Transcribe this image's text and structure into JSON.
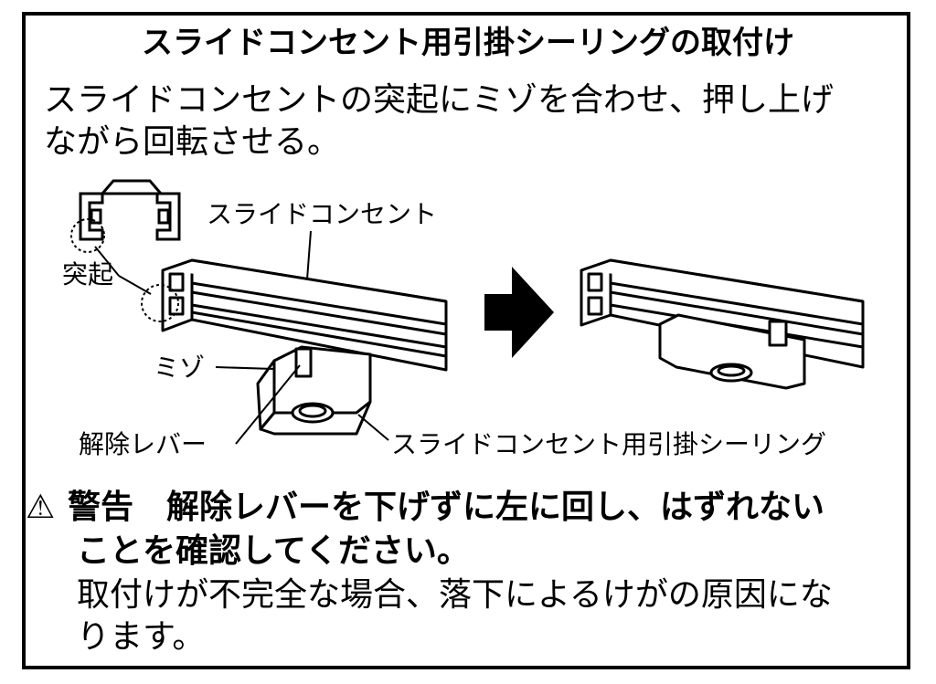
{
  "title": "スライドコンセント用引掛シーリングの取付け",
  "description": {
    "line1": "スライドコンセントの突起にミゾを合わせ、押し上げ",
    "line2": "ながら回転させる。"
  },
  "diagram": {
    "label_slide_outlet": "スライドコンセント",
    "label_protrusion": "突起",
    "label_groove": "ミゾ",
    "label_release_lever": "解除レバー",
    "label_ceiling": "スライドコンセント用引掛シーリング"
  },
  "warning": {
    "icon": "warning-triangle-icon",
    "line1": "警告　解除レバーを下げずに左に回し、はずれない",
    "line2": "ことを確認してください。",
    "note_line1": "取付けが不完全な場合、落下によるけがの原因にな",
    "note_line2": "ります。"
  }
}
